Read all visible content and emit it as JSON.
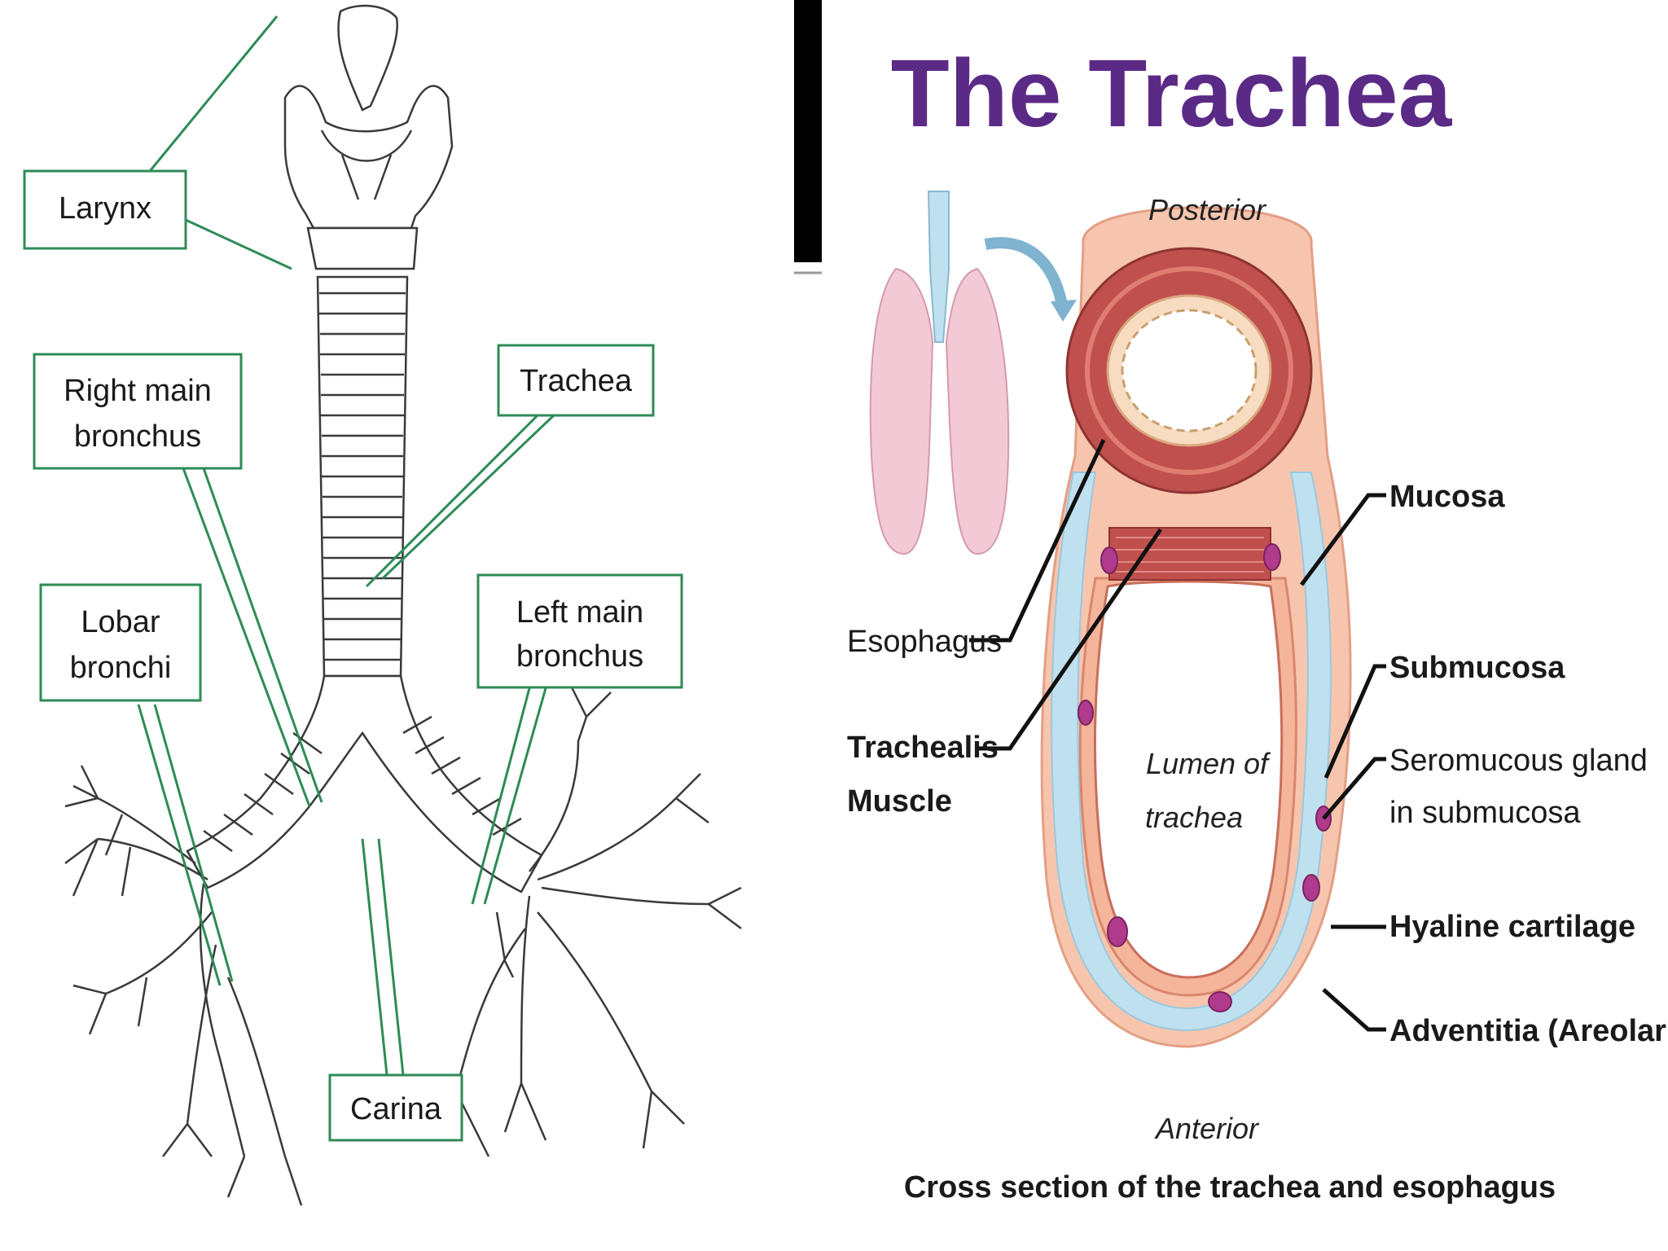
{
  "left_diagram": {
    "labels": {
      "larynx": "Larynx",
      "right_main_bronchus": [
        "Right main",
        "bronchus"
      ],
      "trachea": "Trachea",
      "lobar_bronchi": [
        "Lobar",
        "bronchi"
      ],
      "left_main_bronchus": [
        "Left main",
        "bronchus"
      ],
      "carina": "Carina"
    }
  },
  "right_diagram": {
    "title": "The Trachea",
    "posterior": "Posterior",
    "anterior": "Anterior",
    "lumen": [
      "Lumen of",
      "trachea"
    ],
    "labels": {
      "esophagus": "Esophagus",
      "trachealis": [
        "Trachealis",
        "Muscle"
      ],
      "mucosa": "Mucosa",
      "submucosa": "Submucosa",
      "seromucous": [
        "Seromucous gland",
        "in submucosa"
      ],
      "hyaline": "Hyaline cartilage",
      "adventitia": "Adventitia (Areolar CT)"
    },
    "caption": "Cross section of the trachea and esophagus"
  },
  "colors": {
    "label_border": "#2e8b57",
    "title": "#5b2a86",
    "muscle": "#c0504d",
    "cartilage": "#bfe0ef",
    "mucosa": "#f4b59a",
    "gland": "#b03a8c"
  }
}
